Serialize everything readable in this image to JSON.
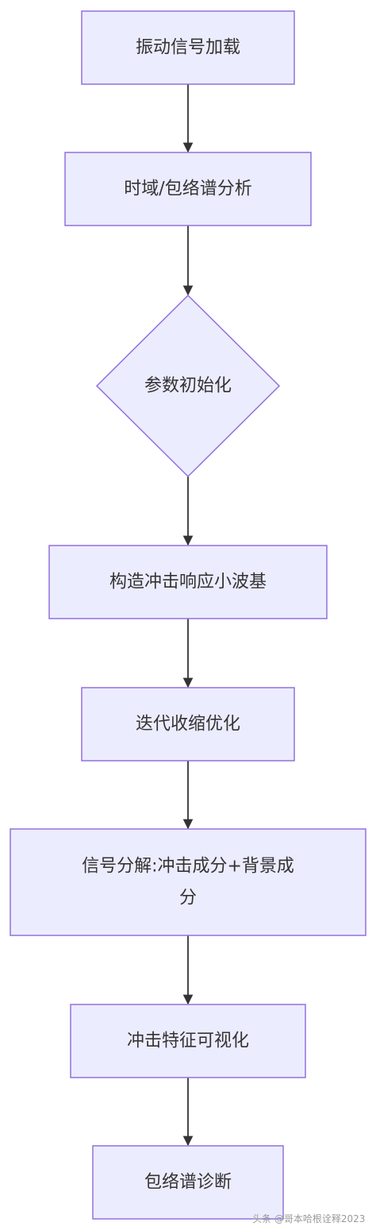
{
  "flowchart": {
    "nodes": [
      {
        "id": "n1",
        "shape": "rect",
        "label_lines": [
          "振动信号加载"
        ]
      },
      {
        "id": "n2",
        "shape": "rect",
        "label_lines": [
          "时域/包络谱分析"
        ]
      },
      {
        "id": "n3",
        "shape": "diamond",
        "label_lines": [
          "参数初始化"
        ]
      },
      {
        "id": "n4",
        "shape": "rect",
        "label_lines": [
          "构造冲击响应小波基"
        ]
      },
      {
        "id": "n5",
        "shape": "rect",
        "label_lines": [
          "迭代收缩优化"
        ]
      },
      {
        "id": "n6",
        "shape": "rect",
        "label_lines": [
          "信号分解:冲击成分+背景成",
          "分"
        ]
      },
      {
        "id": "n7",
        "shape": "rect",
        "label_lines": [
          "冲击特征可视化"
        ]
      },
      {
        "id": "n8",
        "shape": "rect",
        "label_lines": [
          "包络谱诊断"
        ]
      }
    ],
    "edges": [
      {
        "from": "n1",
        "to": "n2"
      },
      {
        "from": "n2",
        "to": "n3"
      },
      {
        "from": "n3",
        "to": "n4"
      },
      {
        "from": "n4",
        "to": "n5"
      },
      {
        "from": "n5",
        "to": "n6"
      },
      {
        "from": "n6",
        "to": "n7"
      },
      {
        "from": "n7",
        "to": "n8"
      }
    ],
    "colors": {
      "node_fill": "#ececff",
      "node_stroke": "#9370db",
      "edge": "#333333",
      "text": "#333333"
    }
  },
  "watermark": {
    "text": "头条 @哥本哈根诠释2023"
  }
}
